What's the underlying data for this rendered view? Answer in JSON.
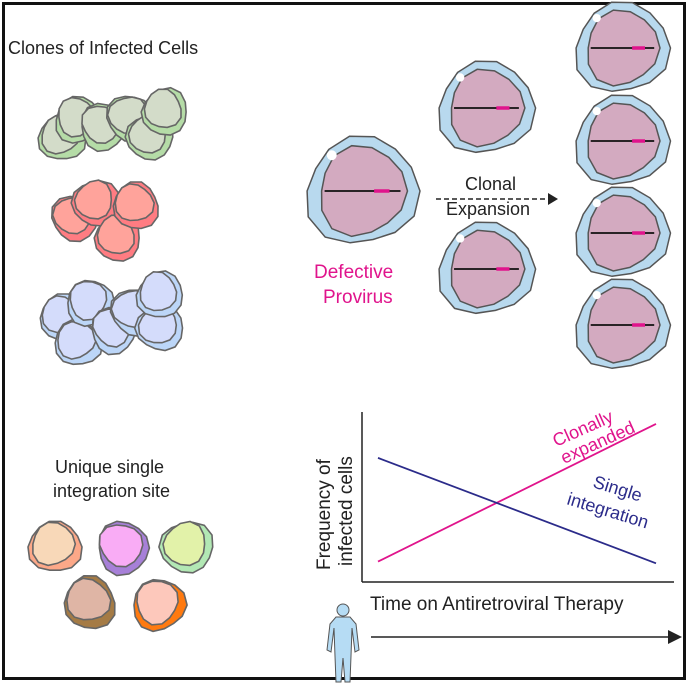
{
  "left_panel": {
    "clones_title": "Clones of Infected Cells",
    "clone_groups": [
      {
        "name": "green-clone",
        "fill": "#d3dcc9",
        "rim": "#b5dca7"
      },
      {
        "name": "red-clone",
        "fill": "#ffa39b",
        "rim": "#ff7c82"
      },
      {
        "name": "blue-clone",
        "fill": "#d4dcfb",
        "rim": "#bcd6f8"
      }
    ],
    "unique_title_line1": "Unique single",
    "unique_title_line2": "integration site",
    "unique_cells": [
      {
        "fill": "#f8d8b8",
        "rim": "#fca888"
      },
      {
        "fill": "#f9acf5",
        "rim": "#a780d8"
      },
      {
        "fill": "#e2f2a9",
        "rim": "#b2e8b4"
      },
      {
        "fill": "#dfb5a5",
        "rim": "#a57b45"
      },
      {
        "fill": "#fdc8bb",
        "rim": "#ff7a10"
      }
    ]
  },
  "expansion": {
    "provirus_label_line1": "Defective",
    "provirus_label_line2": "Provirus",
    "arrow_label_line1": "Clonal",
    "arrow_label_line2": "Expansion",
    "cell_fill": "#d3aac0",
    "cell_rim": "#b8d9ee",
    "provirus_color": "#e0148c"
  },
  "chart_data": {
    "type": "line",
    "title": "",
    "ylabel_line1": "Frequency of",
    "ylabel_line2": "infected cells",
    "xlabel": "Time on Antiretroviral Therapy",
    "x": [
      0,
      1
    ],
    "ylim": [
      0,
      1
    ],
    "grid": false,
    "series": [
      {
        "name": "Clonally expanded",
        "label_line1": "Clonally",
        "label_line2": "expanded",
        "color": "#e0148c",
        "values": [
          0.12,
          0.93
        ]
      },
      {
        "name": "Single integration",
        "label_line1": "Single",
        "label_line2": "integration",
        "color": "#2b2b8a",
        "values": [
          0.73,
          0.11
        ]
      }
    ]
  },
  "icons": {
    "human": "human-figure-icon"
  }
}
